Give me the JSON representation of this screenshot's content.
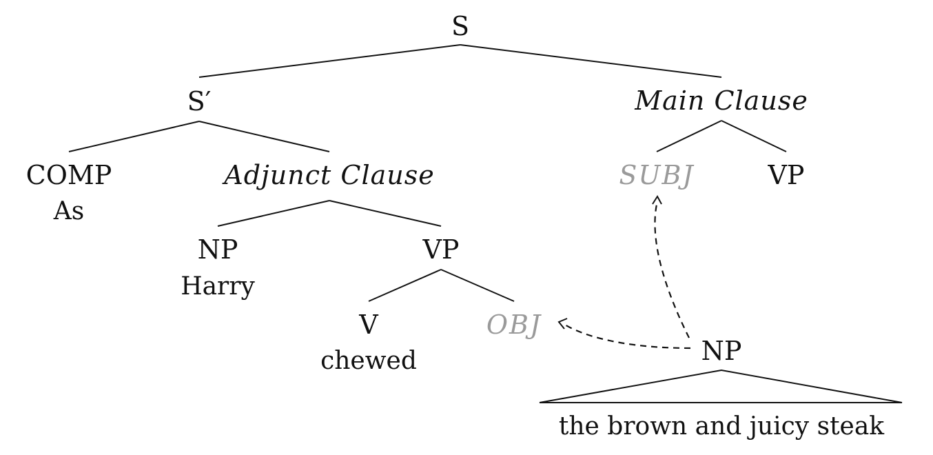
{
  "tree": {
    "root": "S",
    "s_prime": "S′",
    "main_clause": "Main Clause",
    "comp": "COMP",
    "comp_word": "As",
    "adjunct_clause": "Adjunct Clause",
    "subj_gap": "SUBJ",
    "main_vp": "VP",
    "adj_np": "NP",
    "adj_np_word": "Harry",
    "adj_vp": "VP",
    "verb": "V",
    "verb_word": "chewed",
    "obj_gap": "OBJ",
    "shared_np": "NP",
    "shared_np_phrase": "the brown and juicy steak"
  },
  "colors": {
    "ink": "#111111",
    "gap_label": "#9a9a9a",
    "background": "#ffffff"
  }
}
